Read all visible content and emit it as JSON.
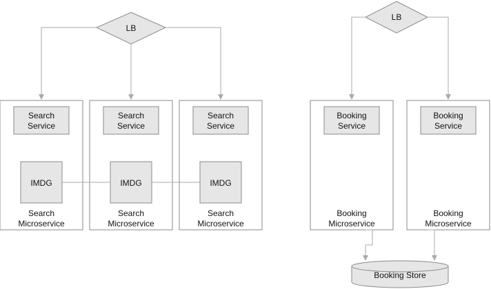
{
  "load_balancers": [
    {
      "label": "LB"
    },
    {
      "label": "LB"
    }
  ],
  "search_group": {
    "microservices": [
      {
        "service": [
          "Search",
          "Service"
        ],
        "cache": "IMDG",
        "name": [
          "Search",
          "Microservice"
        ]
      },
      {
        "service": [
          "Search",
          "Service"
        ],
        "cache": "IMDG",
        "name": [
          "Search",
          "Microservice"
        ]
      },
      {
        "service": [
          "Search",
          "Service"
        ],
        "cache": "IMDG",
        "name": [
          "Search",
          "Microservice"
        ]
      }
    ]
  },
  "booking_group": {
    "microservices": [
      {
        "service": [
          "Booking",
          "Service"
        ],
        "name": [
          "Booking",
          "Microservice"
        ]
      },
      {
        "service": [
          "Booking",
          "Service"
        ],
        "name": [
          "Booking",
          "Microservice"
        ]
      }
    ],
    "store": "Booking Store"
  },
  "colors": {
    "stroke": "#8a8a8a",
    "connector": "#aaaaaa",
    "shaded_fill": "#e6e6e6",
    "box_fill": "#ffffff"
  }
}
